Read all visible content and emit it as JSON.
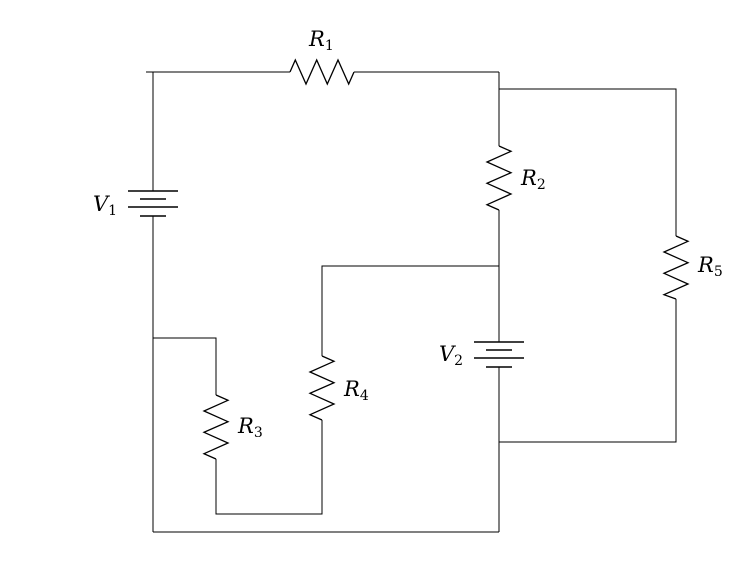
{
  "components": [
    {
      "id": "R1",
      "symbol": "R",
      "index": "1",
      "kind": "resistor"
    },
    {
      "id": "R2",
      "symbol": "R",
      "index": "2",
      "kind": "resistor"
    },
    {
      "id": "R3",
      "symbol": "R",
      "index": "3",
      "kind": "resistor"
    },
    {
      "id": "R4",
      "symbol": "R",
      "index": "4",
      "kind": "resistor"
    },
    {
      "id": "R5",
      "symbol": "R",
      "index": "5",
      "kind": "resistor"
    },
    {
      "id": "V1",
      "symbol": "V",
      "index": "1",
      "kind": "voltage-source"
    },
    {
      "id": "V2",
      "symbol": "V",
      "index": "2",
      "kind": "voltage-source"
    }
  ]
}
